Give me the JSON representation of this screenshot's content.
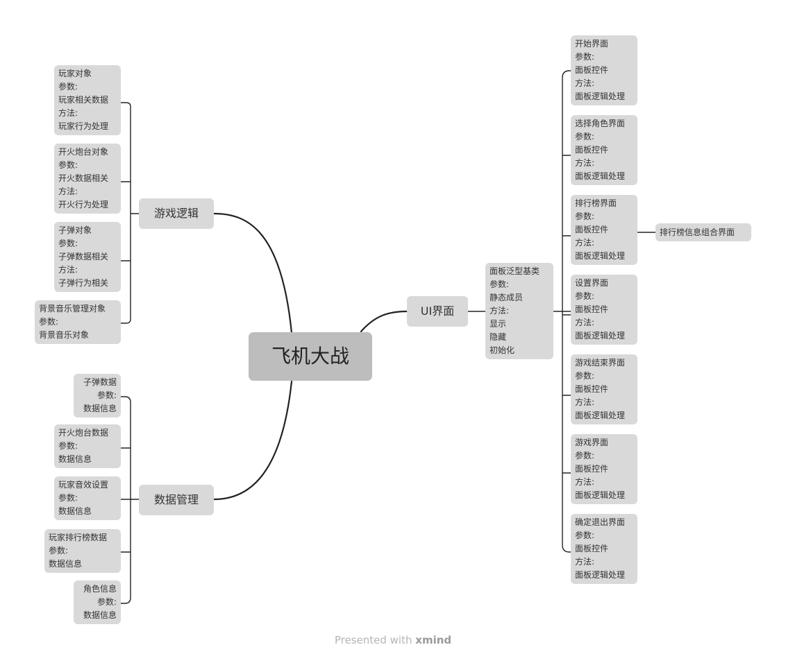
{
  "central": "飞机大战",
  "branches": {
    "game_logic": "游戏逻辑",
    "data_mgmt": "数据管理",
    "ui": "UI界面"
  },
  "game_logic_nodes": [
    [
      "玩家对象",
      "参数:",
      "玩家相关数据",
      "方法:",
      "玩家行为处理"
    ],
    [
      "开火炮台对象",
      "参数:",
      "开火数据相关",
      "方法:",
      "开火行为处理"
    ],
    [
      "子弹对象",
      "参数:",
      "子弹数据相关",
      "方法:",
      "子弹行为相关"
    ],
    [
      "背景音乐管理对象",
      "参数:",
      "背景音乐对象"
    ]
  ],
  "data_mgmt_nodes": [
    [
      "子弹数据",
      "参数:",
      "数据信息"
    ],
    [
      "开火炮台数据",
      "参数:",
      "数据信息"
    ],
    [
      "玩家音效设置",
      "参数:",
      "数据信息"
    ],
    [
      "玩家排行榜数据",
      "参数:",
      "数据信息"
    ],
    [
      "角色信息",
      "参数:",
      "数据信息"
    ]
  ],
  "ui_base": [
    "面板泛型基类",
    "参数:",
    "静态成员",
    "方法:",
    "显示",
    "隐藏",
    "初始化"
  ],
  "ui_panels": [
    [
      "开始界面",
      "参数:",
      "面板控件",
      "方法:",
      "面板逻辑处理"
    ],
    [
      "选择角色界面",
      "参数:",
      "面板控件",
      "方法:",
      "面板逻辑处理"
    ],
    [
      "排行榜界面",
      "参数:",
      "面板控件",
      "方法:",
      "面板逻辑处理"
    ],
    [
      "设置界面",
      "参数:",
      "面板控件",
      "方法:",
      "面板逻辑处理"
    ],
    [
      "游戏结束界面",
      "参数:",
      "面板控件",
      "方法:",
      "面板逻辑处理"
    ],
    [
      "游戏界面",
      "参数:",
      "面板控件",
      "方法:",
      "面板逻辑处理"
    ],
    [
      "确定退出界面",
      "参数:",
      "面板控件",
      "方法:",
      "面板逻辑处理"
    ]
  ],
  "ranking_child": "排行榜信息组合界面",
  "footer": {
    "prefix": "Presented with",
    "brand": "xmind"
  }
}
